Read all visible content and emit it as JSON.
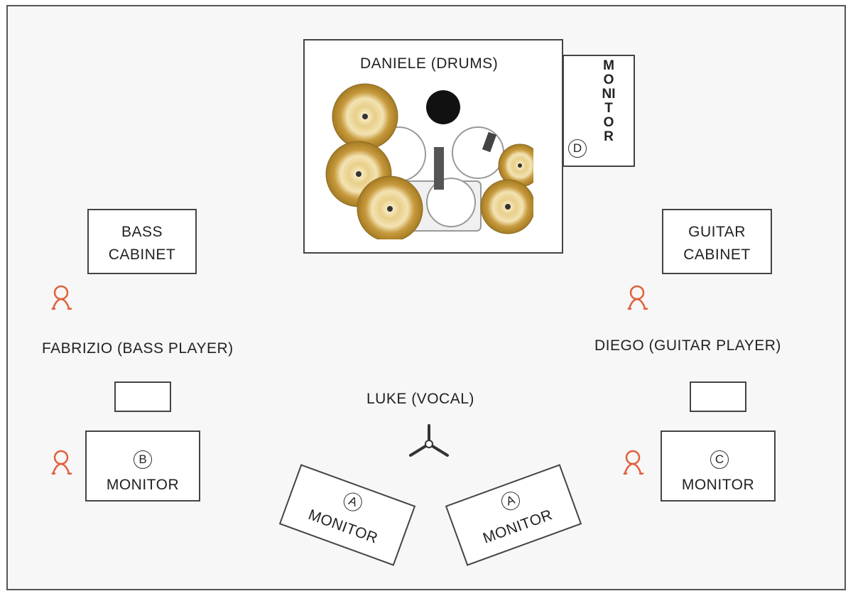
{
  "drums": {
    "name": "DANIELE (DRUMS)",
    "monitor_text": "MONITOR",
    "monitor_letter": "D"
  },
  "bass": {
    "cabinet": [
      "BASS",
      "CABINET"
    ],
    "player": "FABRIZIO (BASS PLAYER)",
    "monitor_letter": "B",
    "monitor_text": "MONITOR"
  },
  "guitar": {
    "cabinet": [
      "GUITAR",
      "CABINET"
    ],
    "player": "DIEGO (GUITAR PLAYER)",
    "monitor_letter": "C",
    "monitor_text": "MONITOR"
  },
  "vocal": {
    "name": "LUKE (VOCAL)",
    "monitor_left_letter": "A",
    "monitor_left_text": "MONITOR",
    "monitor_right_letter": "A",
    "monitor_right_text": "MONITOR"
  },
  "colors": {
    "person": "#e0603a",
    "border": "#444444",
    "cymbal": "#c9a24a",
    "background": "#f7f7f7"
  },
  "icons": {
    "person": "person-icon",
    "mic": "microphone-stand-icon",
    "drumkit": "drum-kit-icon"
  }
}
